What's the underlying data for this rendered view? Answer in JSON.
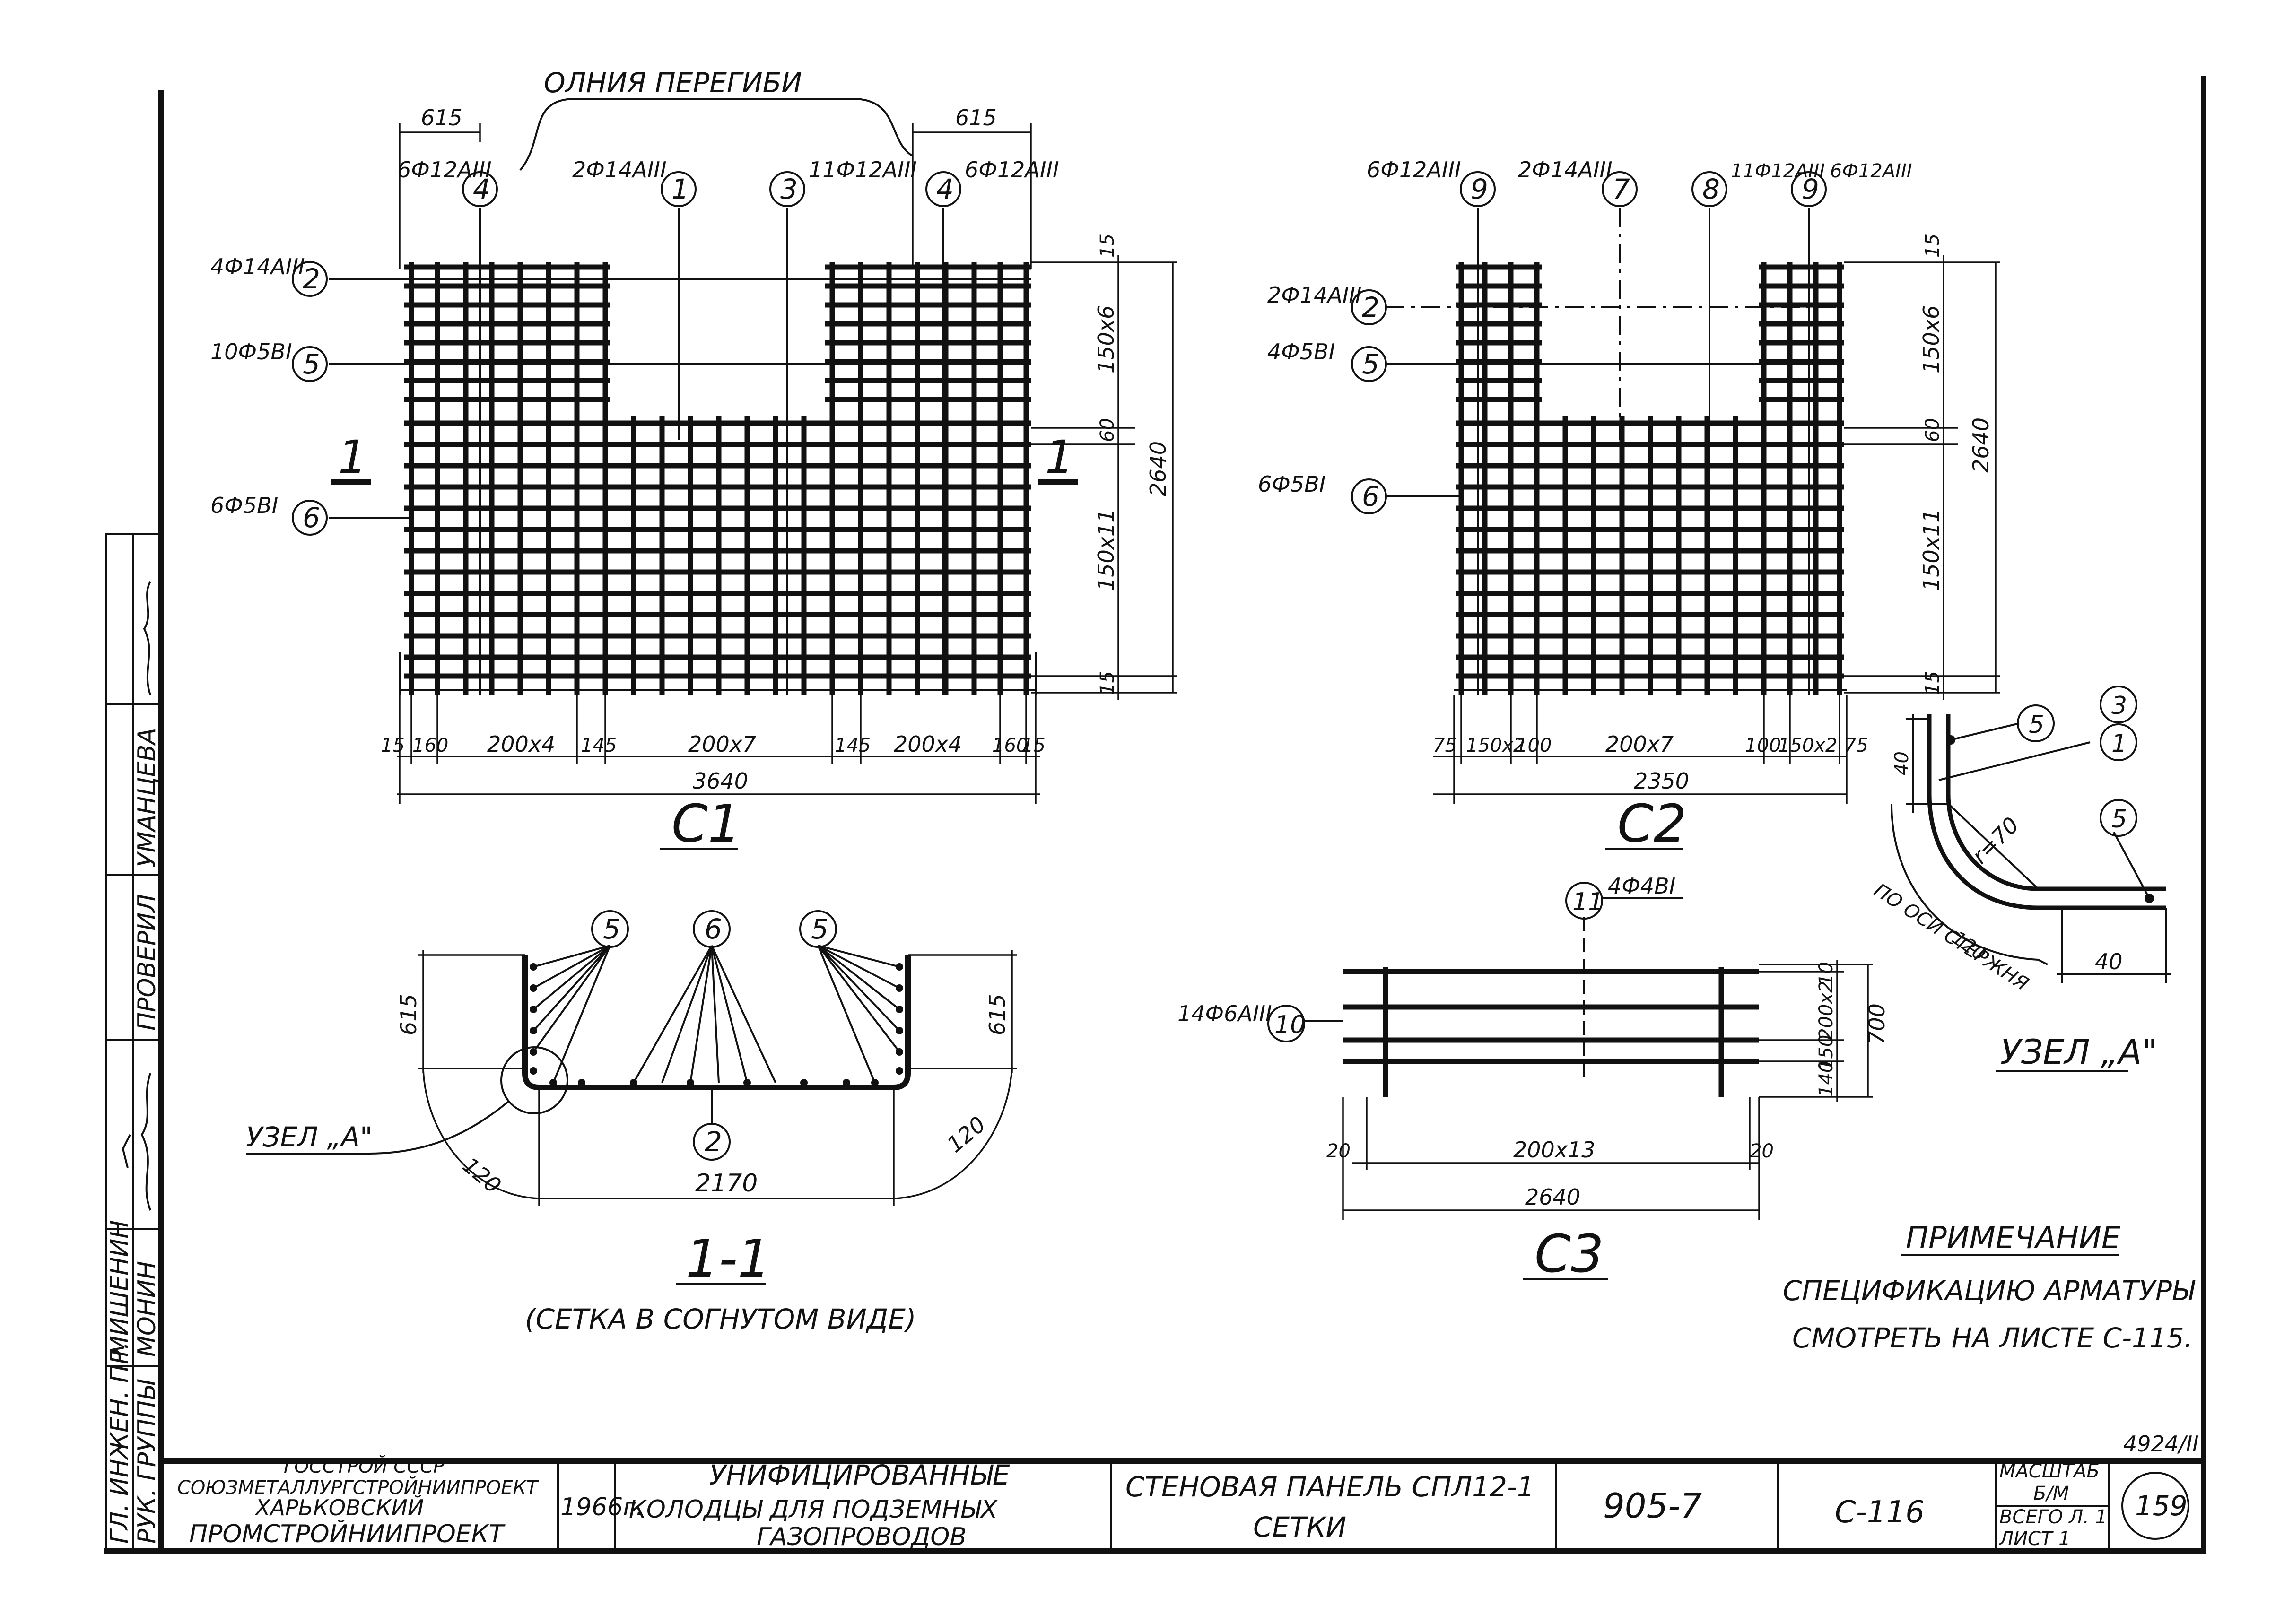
{
  "top_fragment": "ОЛНИЯ ПЕРЕГИБИ",
  "marks": {
    "m1": "1",
    "m2": "2",
    "m3": "3",
    "m4": "4",
    "m5": "5",
    "m6": "6",
    "m7": "7",
    "m8": "8",
    "m9": "9",
    "m10": "10",
    "m11": "11"
  },
  "c1": {
    "title": "С1",
    "spec_4a": "6Ф12АIII",
    "spec_1": "2Ф14АIII",
    "spec_3": "11Ф12АIII",
    "spec_4b": "6Ф12АIII",
    "spec_2": "4Ф14АIII",
    "spec_5": "10Ф5ВI",
    "spec_6": "6Ф5ВI",
    "dim_615a": "615",
    "dim_615b": "615",
    "dim_15t": "15",
    "dim_150x6": "150х6",
    "dim_60": "60",
    "dim_2640": "2640",
    "dim_150x11": "150х11",
    "dim_15b": "15",
    "b_15a": "15",
    "b_160a": "160",
    "b_200x4a": "200х4",
    "b_145a": "145",
    "b_200x7": "200х7",
    "b_145b": "145",
    "b_200x4b": "200х4",
    "b_160b": "160",
    "b_15b": "15",
    "total": "3640",
    "cut": "1"
  },
  "c2": {
    "title": "С2",
    "spec_9a": "6Ф12АIII",
    "spec_7": "2Ф14АIII",
    "spec_8": "11Ф12АIII",
    "spec_9b": "6Ф12АIII",
    "spec_2": "2Ф14АIII",
    "spec_5": "4Ф5ВI",
    "spec_6": "6Ф5ВI",
    "dim_15t": "15",
    "dim_150x6": "150х6",
    "dim_60": "60",
    "dim_2640": "2640",
    "dim_150x11": "150х11",
    "dim_15b": "15",
    "b_75a": "75",
    "b_150x2a": "150х2",
    "b_100a": "100",
    "b_200x7": "200х7",
    "b_100b": "100",
    "b_150x2b": "150х2",
    "b_75b": "75",
    "total": "2350"
  },
  "section": {
    "title": "1-1",
    "subtitle": "(СЕТКА В СОГНУТОМ ВИДЕ)",
    "node_label": "УЗЕЛ „А\"",
    "dim_615a": "615",
    "dim_615b": "615",
    "dim_120a": "120",
    "dim_120b": "120",
    "dim_2170": "2170"
  },
  "c3": {
    "title": "С3",
    "spec_11": "4Ф4ВI",
    "spec_10": "14Ф6АIII",
    "d_10": "10",
    "d_200x2": "200х2",
    "d_150": "150",
    "d_140": "140",
    "d_700": "700",
    "d_20a": "20",
    "d_200x13": "200х13",
    "d_20b": "20",
    "total": "2640"
  },
  "node": {
    "title": "УЗЕЛ „А\"",
    "d_40a": "40",
    "d_r70": "r=70",
    "d_120": "120",
    "axis_note": "ПО ОСИ СТЕРЖНЯ",
    "d_40b": "40"
  },
  "note": {
    "heading": "ПРИМЕЧАНИЕ",
    "line1": "СПЕЦИФИКАЦИЮ АРМАТУРЫ",
    "line2": "СМОТРЕТЬ НА ЛИСТЕ С-115."
  },
  "side_stamp": {
    "row1_role": "ГЛ. ИНЖЕН. ПР.",
    "row1_name": "МИШЕНИН",
    "row2_role": "РУК. ГРУППЫ",
    "row2_name": "МОНИН",
    "row3_role": "ПРОВЕРИЛ",
    "row3_name": "УМАНЦЕВА"
  },
  "title_block": {
    "org1": "ГОССТРОЙ СССР",
    "org2": "СОЮЗМЕТАЛЛУРГСТРОЙНИИПРОЕКТ",
    "org3": "ХАРЬКОВСКИЙ",
    "org4": "ПРОМСТРОЙНИИПРОЕКТ",
    "year": "1966г.",
    "series1": "УНИФИЦИРОВАННЫЕ",
    "series2": "КОЛОДЦЫ ДЛЯ ПОДЗЕМНЫХ",
    "series3": "ГАЗОПРОВОДОВ",
    "item1": "СТЕНОВАЯ ПАНЕЛЬ СПЛ12-1",
    "item2": "СЕТКИ",
    "number": "905-7",
    "sheet": "С-116",
    "scale_label": "МАСШТАБ",
    "scale_value": "Б/М",
    "total_sheets": "ВСЕГО Л. 1",
    "sheet_no": "ЛИСТ 1",
    "page": "159",
    "archive": "4924/II"
  }
}
